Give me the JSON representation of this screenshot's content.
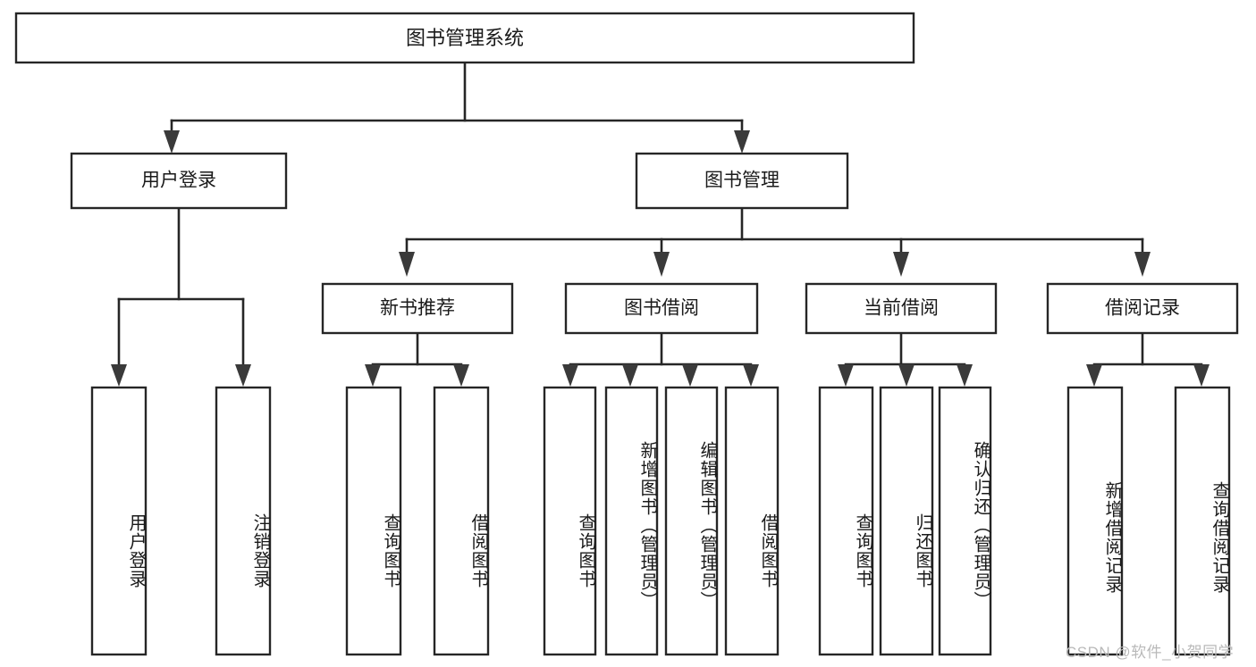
{
  "diagram": {
    "type": "tree-hierarchy",
    "orientation": "top-down",
    "title_node": {
      "id": "root",
      "label": "图书管理系统"
    },
    "level1": [
      {
        "id": "user-login",
        "label": "用户登录"
      },
      {
        "id": "book-manage",
        "label": "图书管理"
      }
    ],
    "level2": [
      {
        "id": "new-book-rec",
        "label": "新书推荐",
        "parent": "book-manage"
      },
      {
        "id": "book-borrow",
        "label": "图书借阅",
        "parent": "book-manage"
      },
      {
        "id": "current-borrow",
        "label": "当前借阅",
        "parent": "book-manage"
      },
      {
        "id": "borrow-record",
        "label": "借阅记录",
        "parent": "book-manage"
      }
    ],
    "leaves": [
      {
        "id": "leaf-user-login",
        "label": "用户登录",
        "parent": "user-login"
      },
      {
        "id": "leaf-logout",
        "label": "注销登录",
        "parent": "user-login"
      },
      {
        "id": "leaf-query-book-1",
        "label": "查询图书",
        "parent": "new-book-rec"
      },
      {
        "id": "leaf-borrow-book-1",
        "label": "借阅图书",
        "parent": "new-book-rec"
      },
      {
        "id": "leaf-query-book-2",
        "label": "查询图书",
        "parent": "book-borrow"
      },
      {
        "id": "leaf-add-book",
        "label": "新增图书（管理员）",
        "parent": "book-borrow"
      },
      {
        "id": "leaf-edit-book",
        "label": "编辑图书（管理员）",
        "parent": "book-borrow"
      },
      {
        "id": "leaf-borrow-book-2",
        "label": "借阅图书",
        "parent": "book-borrow"
      },
      {
        "id": "leaf-query-book-3",
        "label": "查询图书",
        "parent": "current-borrow"
      },
      {
        "id": "leaf-return-book",
        "label": "归还图书",
        "parent": "current-borrow"
      },
      {
        "id": "leaf-confirm-return",
        "label": "确认归还（管理员）",
        "parent": "current-borrow"
      },
      {
        "id": "leaf-add-record",
        "label": "新增借阅记录",
        "parent": "borrow-record"
      },
      {
        "id": "leaf-query-record",
        "label": "查询借阅记录",
        "parent": "borrow-record"
      }
    ],
    "colors": {
      "box_stroke": "#262626",
      "box_fill": "#ffffff",
      "connector": "#262626",
      "text": "#1a1a1a",
      "background": "#ffffff",
      "watermark": "#b9b9b9"
    }
  },
  "watermark": {
    "text": "CSDN @软件_小贺同学"
  }
}
